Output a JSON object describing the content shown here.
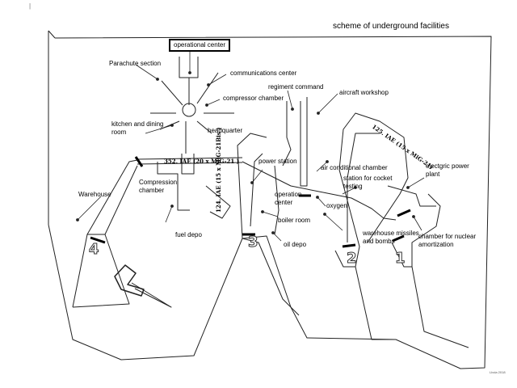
{
  "title": "scheme of underground facilities",
  "credit": "Lbcla 2018",
  "cursor": "|",
  "labels": {
    "operational_center": "operational center",
    "parachute_section": "Parachute section",
    "communications_center": "communications center",
    "compressor_chamber": "compressor chamber",
    "regiment_command": "regiment command",
    "aircraft_workshop": "aircraft workshop",
    "kitchen_dining": "kitchen and dining room",
    "headquarter": "headquarter",
    "power_station": "power station",
    "air_conditional_chamber": "air conditional chamber",
    "electric_power_plant": "electgric power plant",
    "compression_chamber": "Compression chamber",
    "station_rocket_testing": "station for cocket testing",
    "operation_center": "operation center",
    "oxygen": "oxygen",
    "warehouse": "Warehouse",
    "fuel_depo": "fuel depo",
    "boiler_room": "boiler room",
    "oil_depo": "oil depo",
    "warehouse_missiles": "warehouse missiles and bombs",
    "chamber_nuclear": "chamber for nuclear amortization"
  },
  "units": {
    "u352": "352. IAE (20 x MiG-21 )",
    "u124": "124. IAE (15 x MiG-21Bis )",
    "u125": "125. IAE (15 x MiG-21)"
  },
  "tunnels": [
    "4",
    "3",
    "2",
    "1"
  ]
}
